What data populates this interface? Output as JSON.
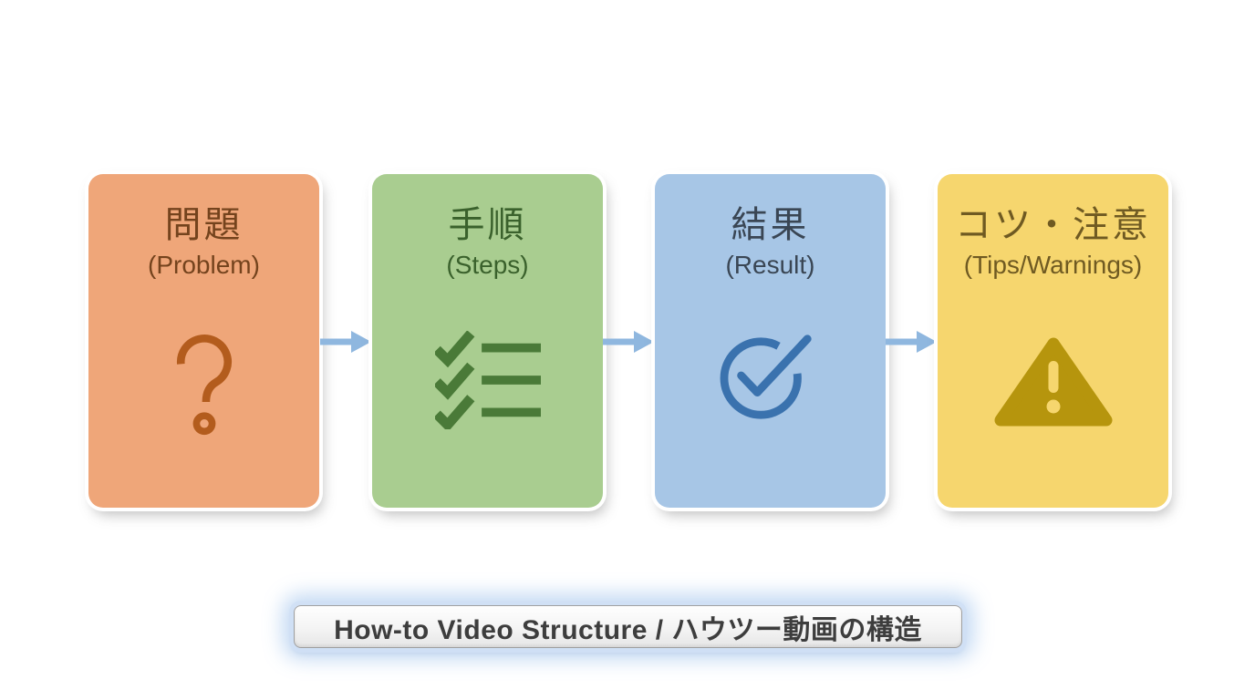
{
  "page": {
    "background": "#ffffff"
  },
  "cards": [
    {
      "title": "問題",
      "subtitle": "(Problem)",
      "bg": "#efa679",
      "text_color": "#74431d",
      "icon": "question-mark-icon",
      "icon_color": "#b35c1d"
    },
    {
      "title": "手順",
      "subtitle": "(Steps)",
      "bg": "#a9cd90",
      "text_color": "#3a612c",
      "icon": "checklist-icon",
      "icon_color": "#4a7a38"
    },
    {
      "title": "結果",
      "subtitle": "(Result)",
      "bg": "#a7c6e6",
      "text_color": "#3a4654",
      "icon": "circle-check-icon",
      "icon_color": "#3a72ae"
    },
    {
      "title": "コツ・注意",
      "subtitle": "(Tips/Warnings)",
      "bg": "#f6d66e",
      "text_color": "#6f5a22",
      "icon": "warning-triangle-icon",
      "icon_color": "#b6950d"
    }
  ],
  "arrows": {
    "color": "#8fb7df"
  },
  "footer": {
    "label": "How-to Video Structure / ハウツー動画の構造",
    "text_color": "#3d3d3d",
    "glow_color": "#bcd4f0"
  }
}
